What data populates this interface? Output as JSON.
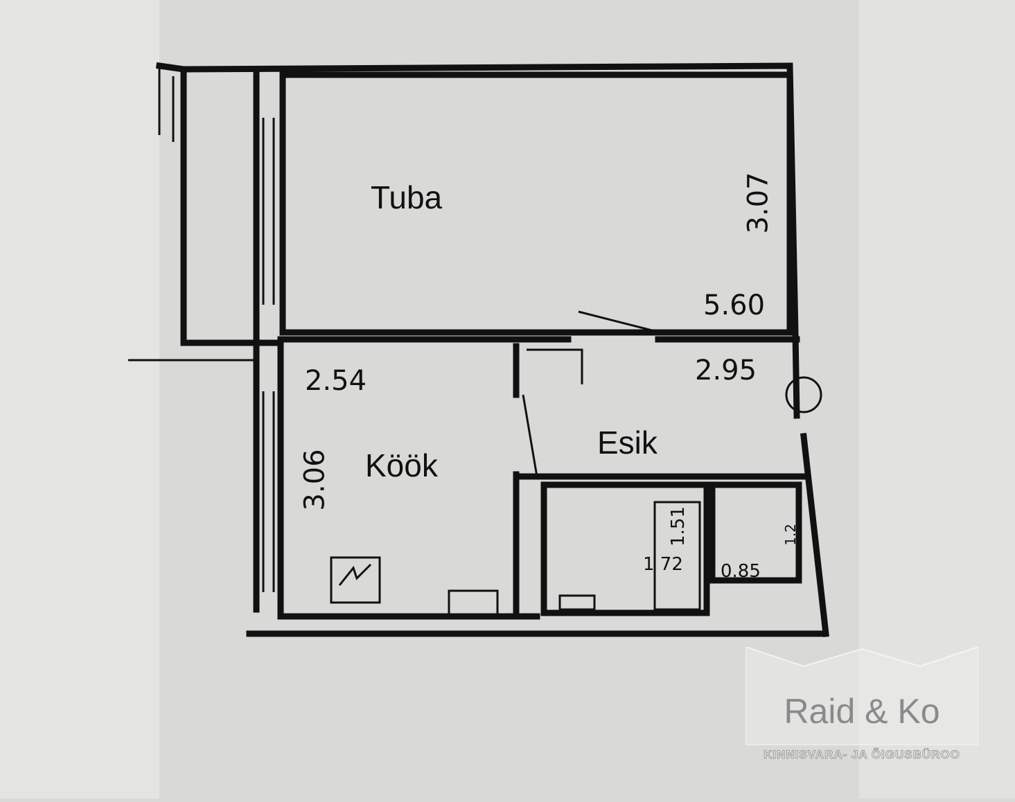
{
  "rooms": {
    "tuba": "Tuba",
    "kook": "Köök",
    "esik": "Esik"
  },
  "dimensions": {
    "tuba_height": "3.07",
    "tuba_width": "5.60",
    "kook_width": "2.54",
    "kook_height": "3.06",
    "esik_width": "2.95",
    "bath_height": "1.51",
    "bath_width": "1 72",
    "wc_width": "0.85",
    "wc_height": "1.2"
  },
  "watermark": {
    "name": "Raid & Ko",
    "subtitle": "KINNISVARA- JA ÕIGUSBÜROO"
  },
  "colors": {
    "paper": "#d9d9d7",
    "ink": "#111111",
    "watermark": "#8a8a8a"
  }
}
